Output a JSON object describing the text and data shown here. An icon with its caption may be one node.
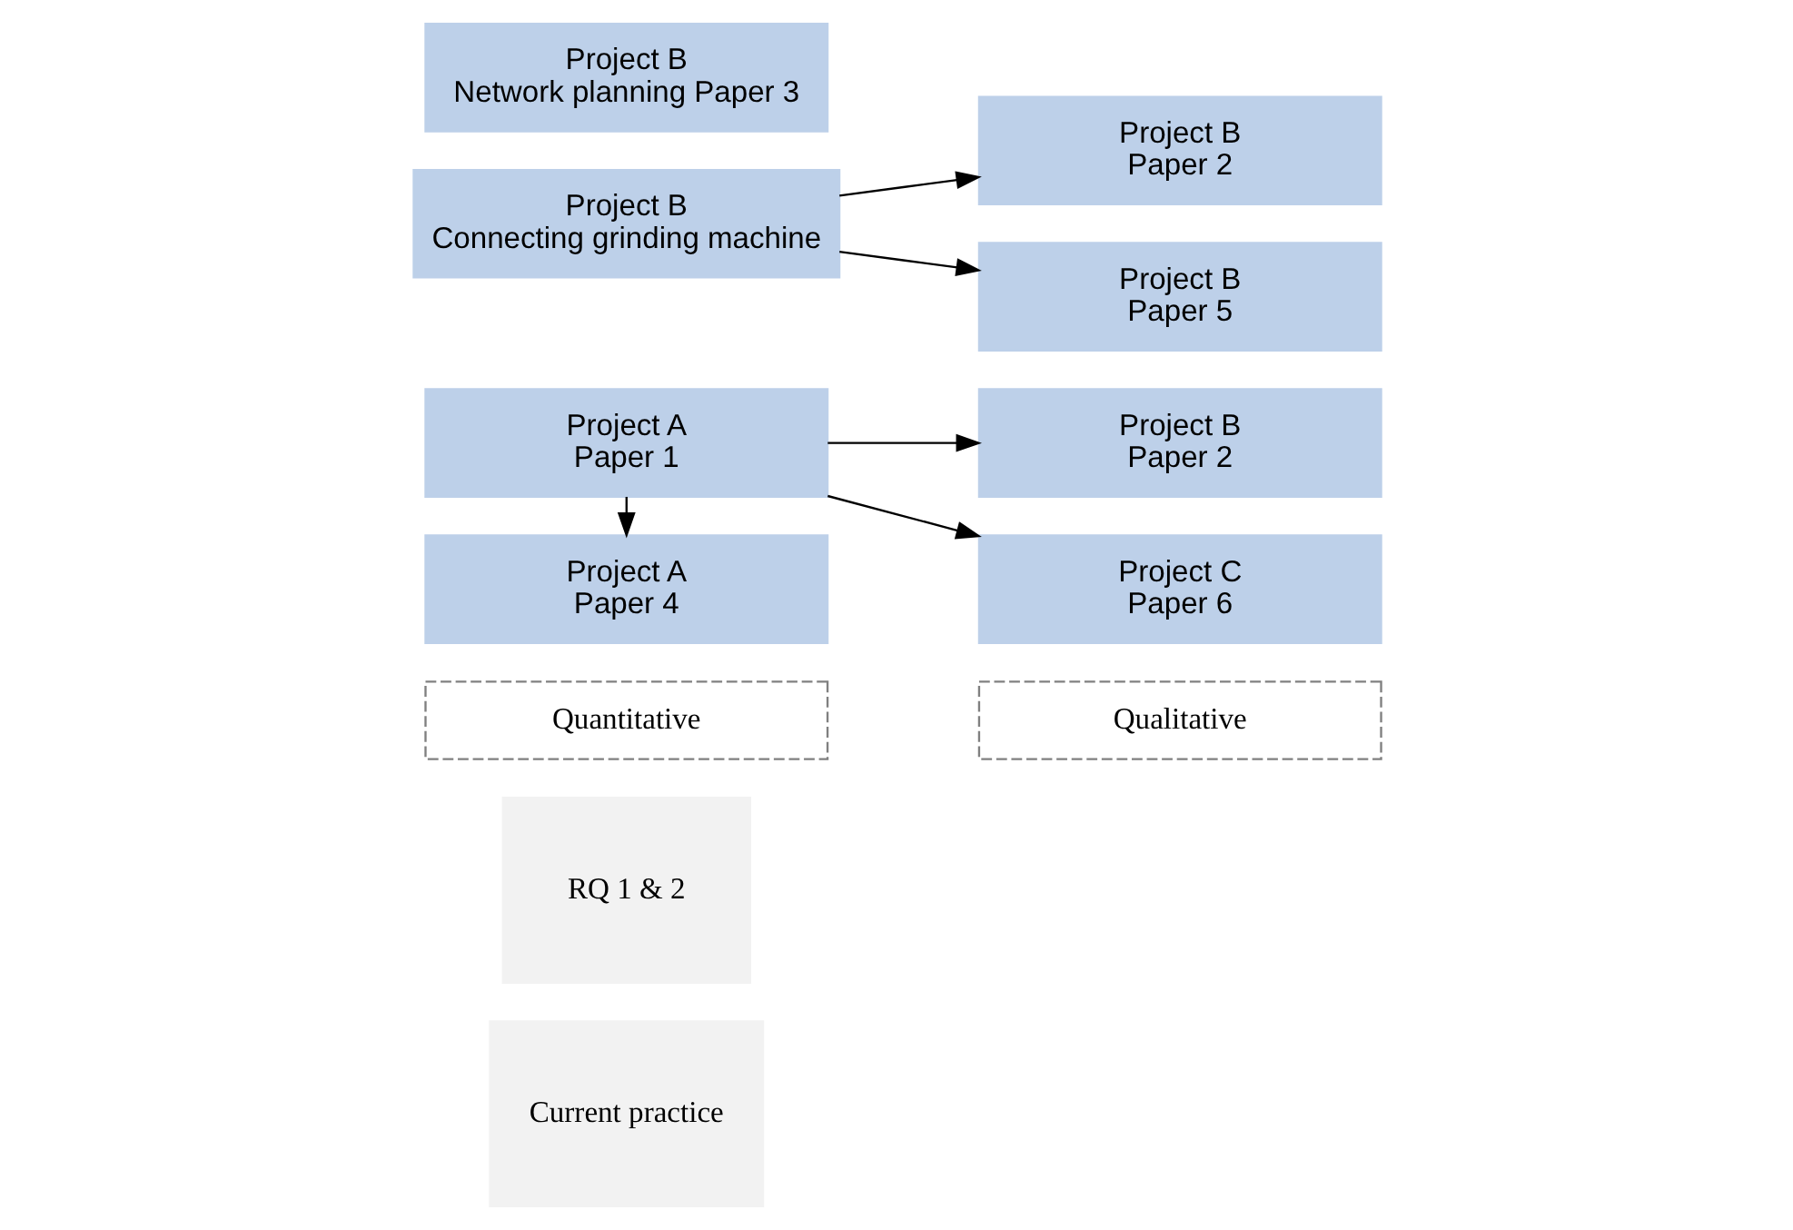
{
  "diagram": {
    "nodes": [
      {
        "text": [
          "Current practice"
        ]
      },
      {
        "text": [
          "RQ 1 & 2"
        ]
      },
      {
        "text": [
          "Quantitative"
        ]
      },
      {
        "text": [
          "Qualitative"
        ]
      },
      {
        "text": [
          "Project A",
          "Paper 1"
        ]
      },
      {
        "text": [
          "Project B",
          "Paper 2"
        ]
      },
      {
        "text": [
          "Project C",
          "Paper 6"
        ]
      },
      {
        "text": [
          "Project A",
          "Paper 4"
        ]
      },
      {
        "text": [
          "Project B",
          "Connecting grinding machine"
        ]
      },
      {
        "text": [
          "Project B",
          "Paper 2"
        ]
      },
      {
        "text": [
          "Project B",
          "Paper 5"
        ]
      },
      {
        "text": [
          "Project B",
          "Network planning Paper 3"
        ]
      }
    ],
    "edges": [
      {
        "from": 4,
        "to": 5,
        "arrow": "to"
      },
      {
        "from": 4,
        "to": 6,
        "arrow": "to"
      },
      {
        "from": 4,
        "to": 7,
        "arrow": "to"
      },
      {
        "from": 8,
        "to": 9,
        "arrow": "to"
      },
      {
        "from": 8,
        "to": 10,
        "arrow": "to"
      }
    ]
  }
}
